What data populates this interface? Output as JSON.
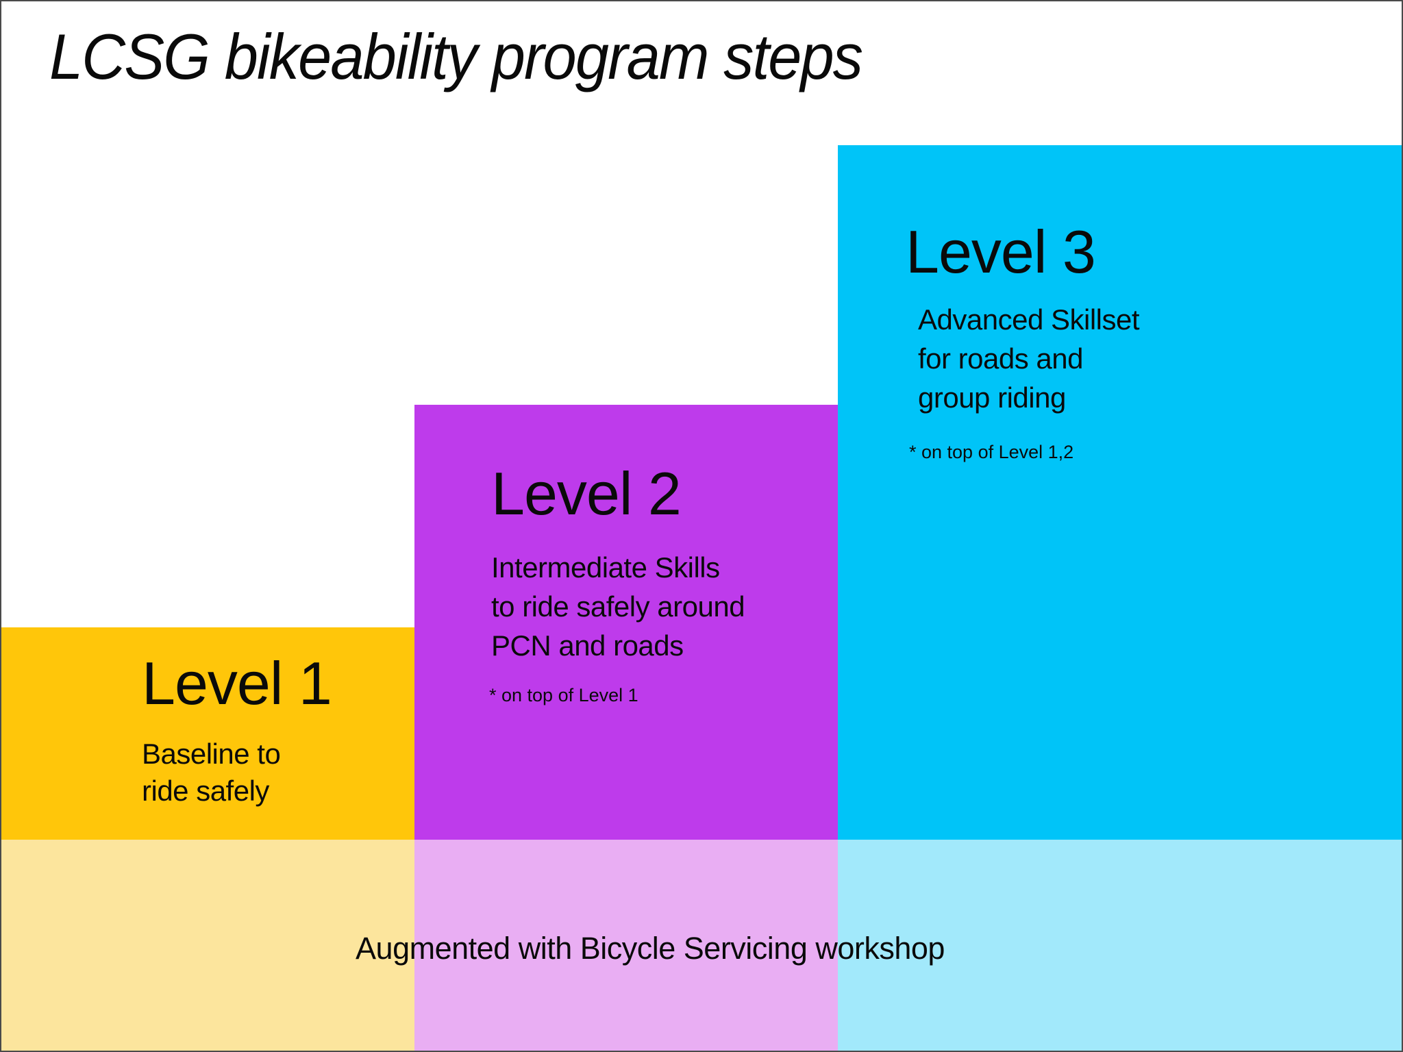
{
  "title": "LCSG bikeability program steps",
  "levels": [
    {
      "heading": "Level 1",
      "lines": [
        "Baseline to",
        "ride safely"
      ],
      "note": "",
      "color": "#FFC60A",
      "light_color": "#FCE59D"
    },
    {
      "heading": "Level 2",
      "lines": [
        "Intermediate Skills",
        "to ride safely around",
        "PCN and roads"
      ],
      "note": "* on top of Level 1",
      "color": "#BE3BEB",
      "light_color": "#E9AEF3"
    },
    {
      "heading": "Level 3",
      "lines": [
        "Advanced Skillset",
        "for roads and",
        "group riding"
      ],
      "note": "* on top of Level 1,2",
      "color": "#00C4F8",
      "light_color": "#A2E9FB"
    }
  ],
  "footer": {
    "label": "Augmented with Bicycle Servicing workshop"
  },
  "frame": {
    "border_color": "#4a4a4a",
    "background": "#FFFFFF"
  }
}
